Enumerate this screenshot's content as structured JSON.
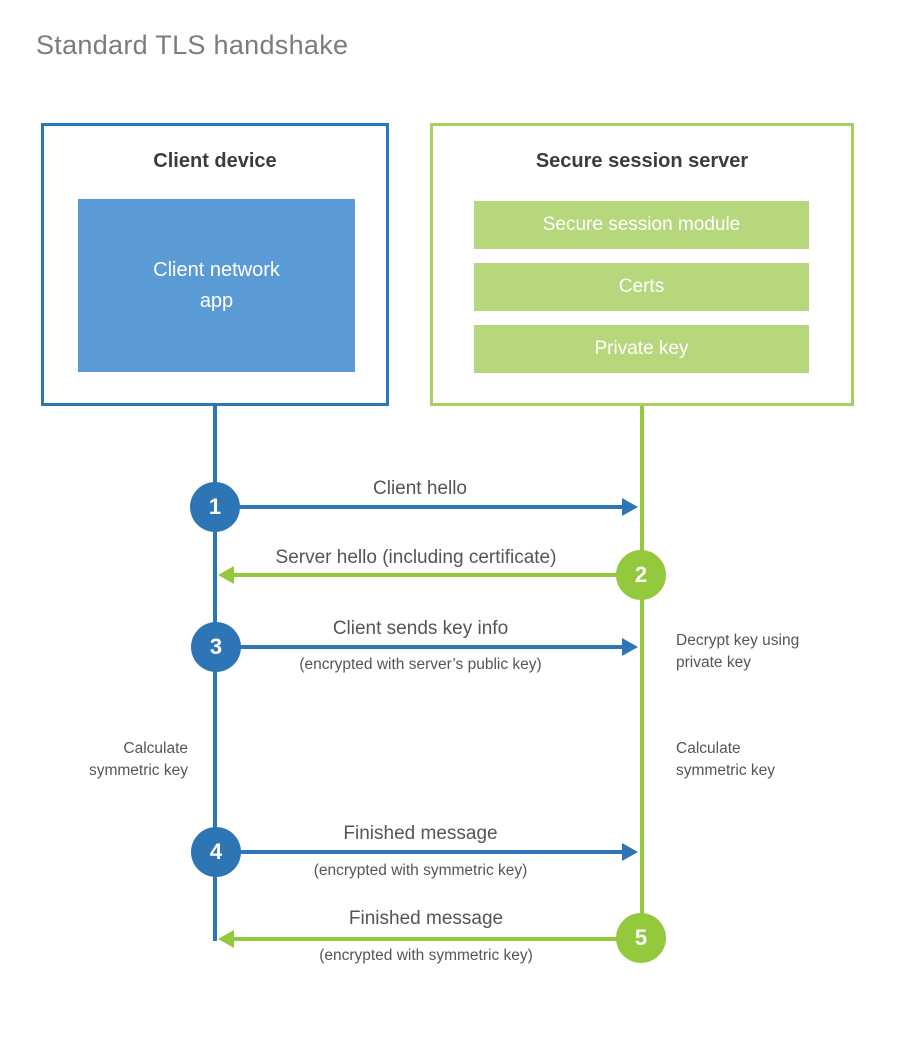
{
  "title": "Standard TLS handshake",
  "colors": {
    "blue": "#2e75b6",
    "blue_fill": "#5b9bd5",
    "green": "#94c83d",
    "green_border": "#a6d05f",
    "green_bar_fill": "#b6d77c",
    "heading_text": "#3b3c3e",
    "label_text": "#54555a",
    "title_text": "#7b7c7e"
  },
  "client": {
    "title": "Client device",
    "app_label": "Client network\napp"
  },
  "server": {
    "title": "Secure session server",
    "modules": [
      "Secure session module",
      "Certs",
      "Private key"
    ]
  },
  "steps": [
    {
      "number": "1",
      "from": "client",
      "to": "server",
      "label": "Client hello",
      "sublabel": ""
    },
    {
      "number": "2",
      "from": "server",
      "to": "client",
      "label": "Server hello (including certificate)",
      "sublabel": ""
    },
    {
      "number": "3",
      "from": "client",
      "to": "server",
      "label": "Client sends key info",
      "sublabel": "(encrypted with server’s public key)"
    },
    {
      "number": "4",
      "from": "client",
      "to": "server",
      "label": "Finished message",
      "sublabel": "(encrypted with symmetric key)"
    },
    {
      "number": "5",
      "from": "server",
      "to": "client",
      "label": "Finished message",
      "sublabel": "(encrypted with symmetric key)"
    }
  ],
  "annotations": {
    "decrypt_note": "Decrypt key using\nprivate key",
    "calculate_left": "Calculate\nsymmetric key",
    "calculate_right": "Calculate\nsymmetric key"
  }
}
